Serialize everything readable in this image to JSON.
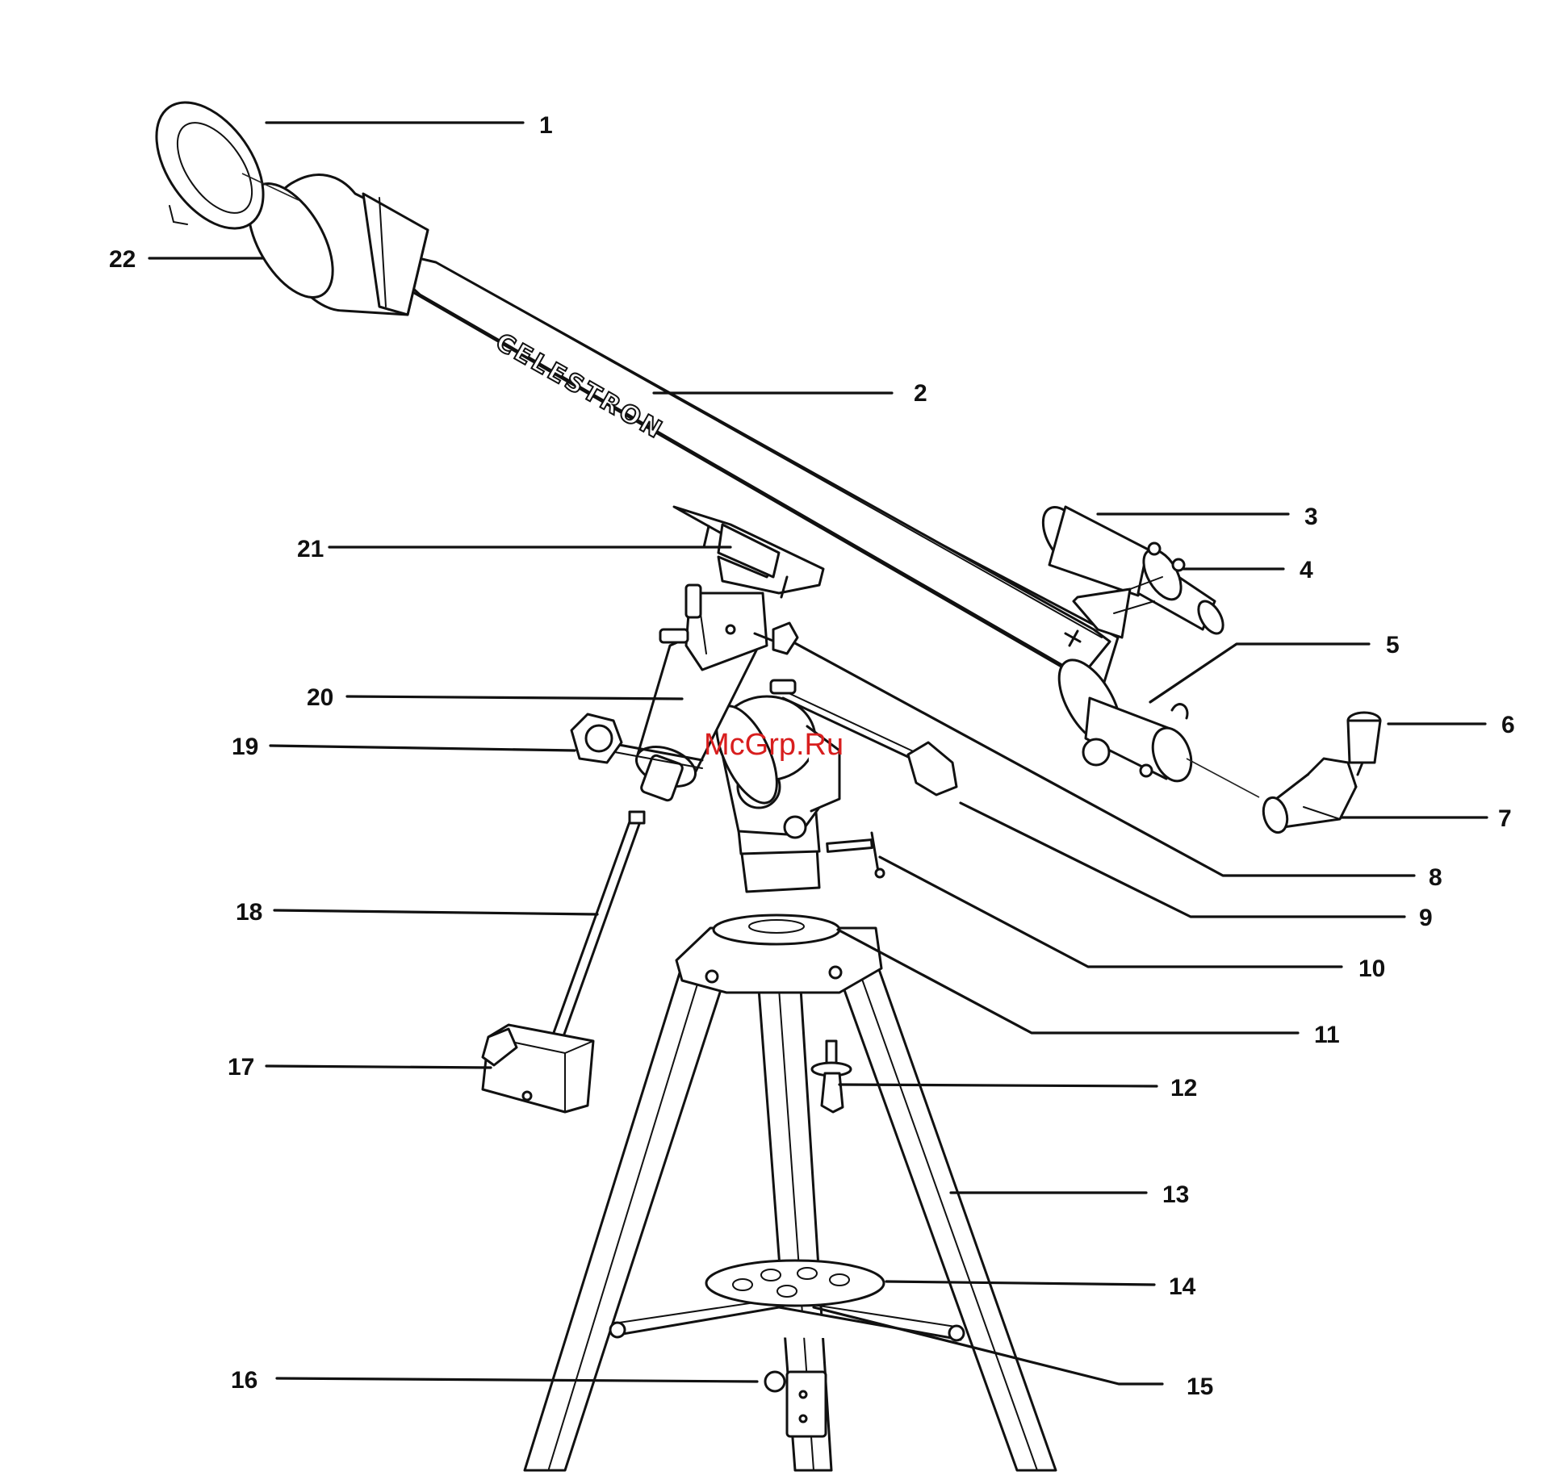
{
  "diagram": {
    "brand_text": "CELESTRON",
    "watermark": "McGrp.Ru",
    "colors": {
      "ink": "#111111",
      "paper": "#ffffff",
      "watermark": "#d81e1e"
    }
  },
  "callouts": [
    {
      "id": 1,
      "label": "1"
    },
    {
      "id": 2,
      "label": "2"
    },
    {
      "id": 3,
      "label": "3"
    },
    {
      "id": 4,
      "label": "4"
    },
    {
      "id": 5,
      "label": "5"
    },
    {
      "id": 6,
      "label": "6"
    },
    {
      "id": 7,
      "label": "7"
    },
    {
      "id": 8,
      "label": "8"
    },
    {
      "id": 9,
      "label": "9"
    },
    {
      "id": 10,
      "label": "10"
    },
    {
      "id": 11,
      "label": "11"
    },
    {
      "id": 12,
      "label": "12"
    },
    {
      "id": 13,
      "label": "13"
    },
    {
      "id": 14,
      "label": "14"
    },
    {
      "id": 15,
      "label": "15"
    },
    {
      "id": 16,
      "label": "16"
    },
    {
      "id": 17,
      "label": "17"
    },
    {
      "id": 18,
      "label": "18"
    },
    {
      "id": 19,
      "label": "19"
    },
    {
      "id": 20,
      "label": "20"
    },
    {
      "id": 21,
      "label": "21"
    },
    {
      "id": 22,
      "label": "22"
    }
  ]
}
